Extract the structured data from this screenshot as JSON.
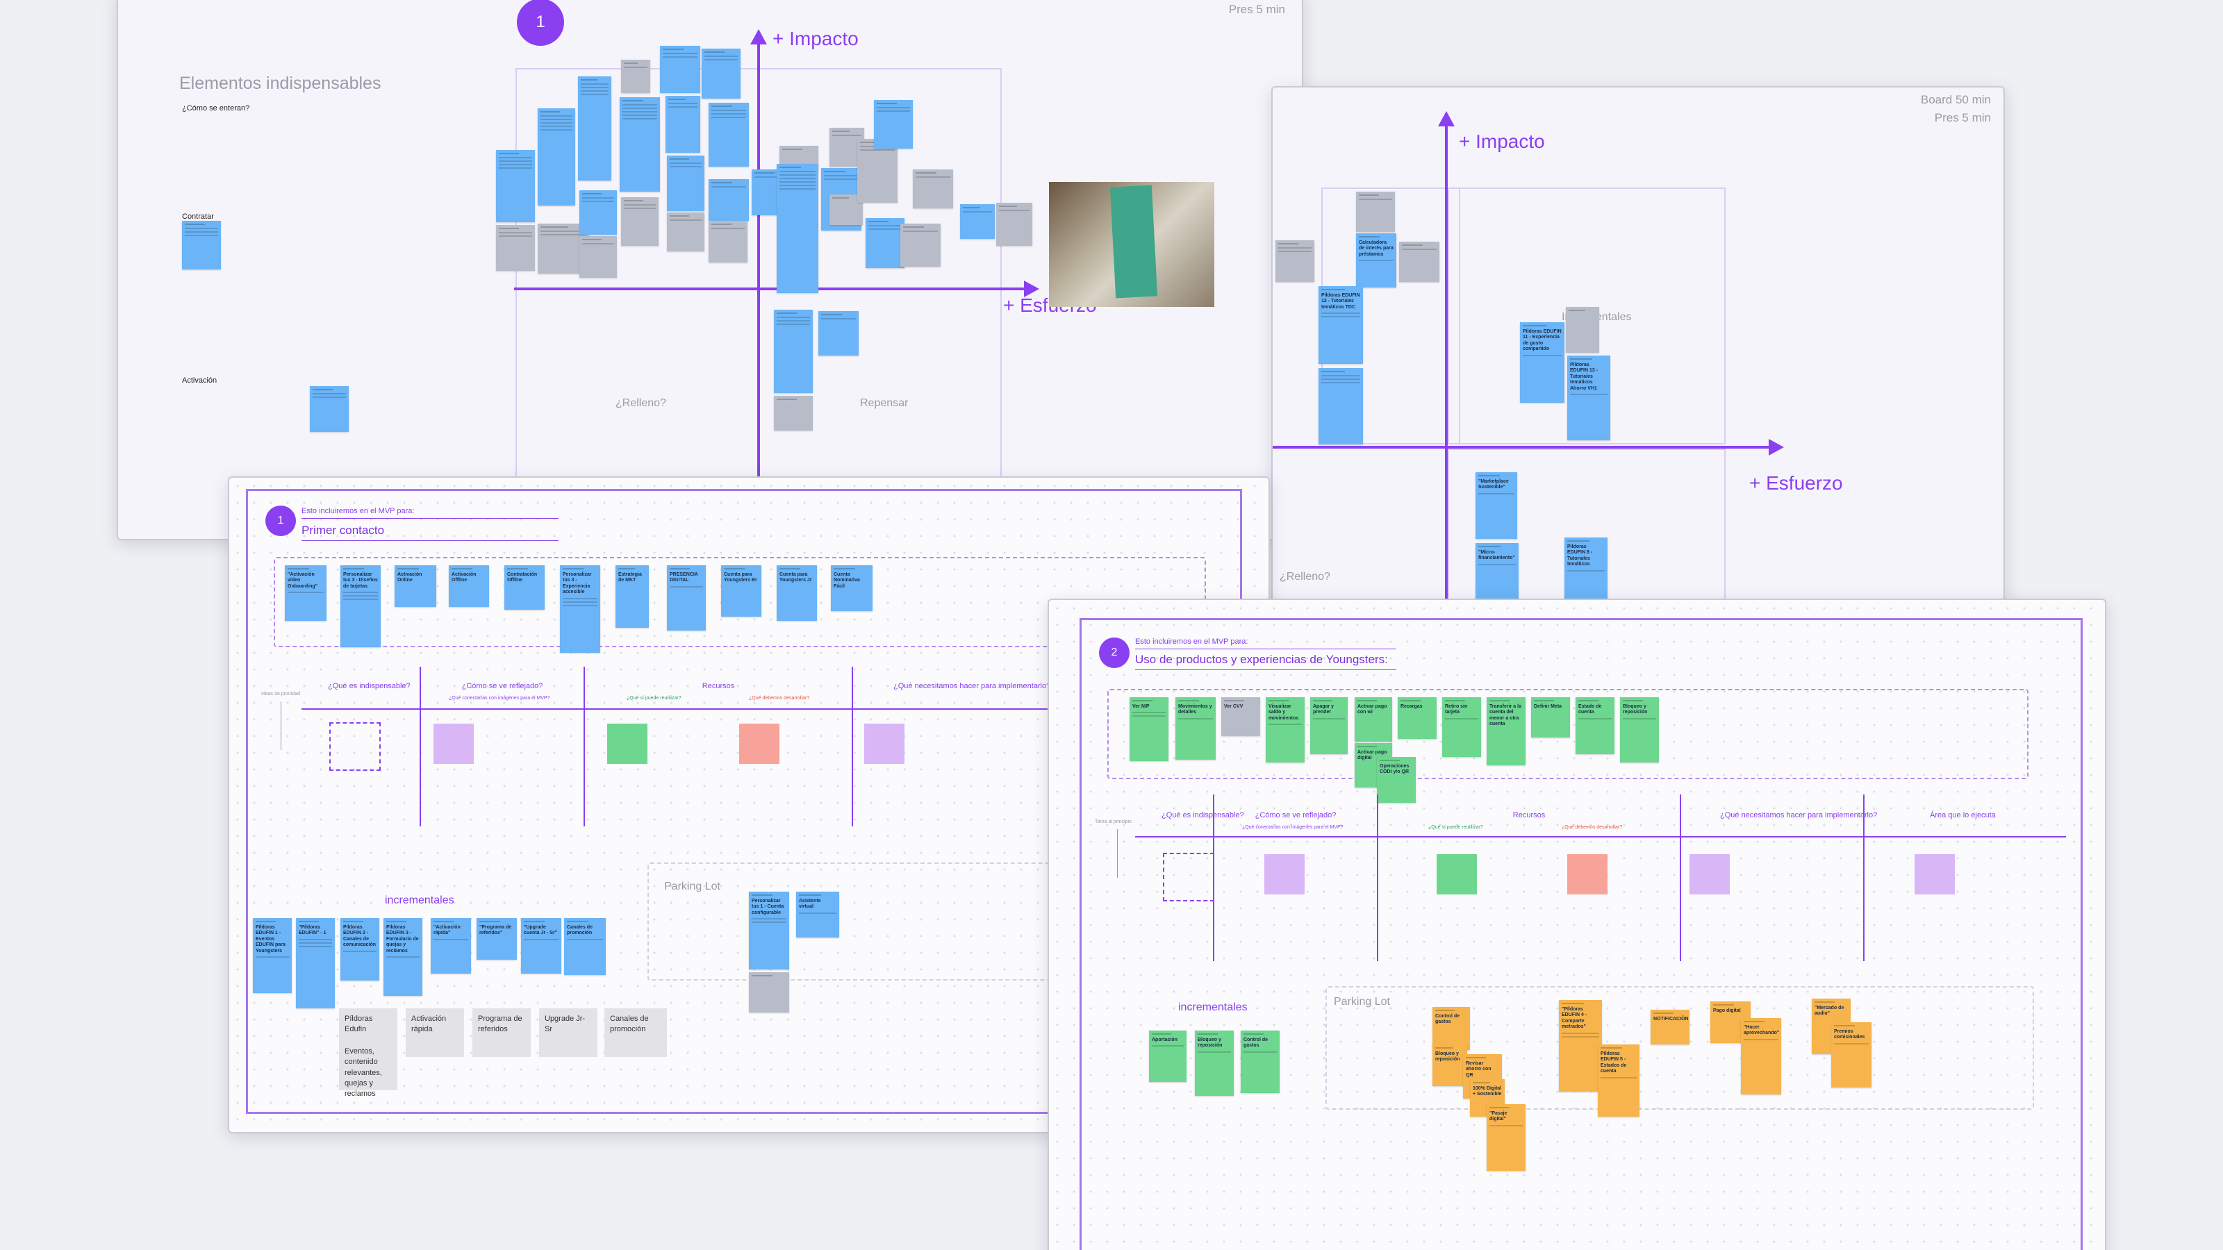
{
  "board_a": {
    "meta": "Pres 5 min",
    "badge": "1",
    "title": "Elementos indispensables",
    "labels": [
      "¿Cómo se enteran?",
      "Contratar",
      "Activación"
    ],
    "axis_up": "+ Impacto",
    "axis_right": "+ Esfuerzo",
    "quadrants": [
      "¿Relleno?",
      "Repensar"
    ]
  },
  "board_b": {
    "meta_line1": "Board 50 min",
    "meta_line2": "Pres 5 min",
    "axis_up": "+ Impacto",
    "axis_right": "+ Esfuerzo",
    "quadrants": [
      "¿Relleno?",
      "Incrementales"
    ],
    "sticky_texts": [
      "Calculadora de interés para préstamos",
      "Píldoras EDUFIN 12 - Tutoriales temáticos TDC",
      "Píldoras EDUFIN 11 - Experiencia de gusto compartido",
      "Píldoras EDUFIN 13 - Tutoriales temáticos Ahorro VH1",
      "\"Marketplace Sostenible\"",
      "\"Micro-financiamiento\"",
      "Píldoras EDUFIN 8 - Tutoriales temáticos"
    ]
  },
  "board_c": {
    "kicker": "Esto incluiremos en el MVP para:",
    "badge": "1",
    "title": "Primer contacto",
    "sticky_texts": [
      "\"Activación vídeo Onboarding\"",
      "Personalizar tus 3 - Diseños de tarjetas",
      "Activación Online",
      "Activación Offline",
      "Contratación Offline",
      "Personalizar tus 3 - Experiencia accesible",
      "Estrategia de MKT",
      "PRESENCIA DIGITAL",
      "Cuenta para Youngsters Br",
      "Cuenta para Youngsters Jr",
      "Cuenta Nominativa Fácil"
    ],
    "side_note": "Ideas de prioridad",
    "columns": {
      "indispensable": "¿Qué es indispensable?",
      "reflejado": "¿Cómo se ve reflejado?",
      "reflejado_sub": "¿Qué conectarías con imágenes para el MVP?",
      "recursos": "Recursos",
      "recursos_si": "¿Qué sí puede reutilizar?",
      "recursos_no": "¿Qué debemos desarrollar?",
      "implementar": "¿Qué necesitamos hacer para implementarlo?"
    },
    "incrementales": "incrementales",
    "incr_stickies": [
      "Píldoras EDUFIN 1 - Eventos EDUFIN para Youngsters",
      "\"Píldoras EDUFIN\" - 1",
      "Píldoras EDUFIN 2 - Canales de comunicación",
      "Píldoras EDUFIN 3 - Formulario de quejas y reclamos",
      "\"Activación rápida\"",
      "\"Programa de referidos\"",
      "\"Upgrade cuenta Jr - Sr\"",
      "Canales de promoción"
    ],
    "grey_boxes": [
      "Píldoras Edufin",
      "Activación rápida",
      "Programa de referidos",
      "Upgrade Jr-Sr",
      "Canales de promoción"
    ],
    "grey_box_extra": "Eventos, contenido relevantes, quejas y reclamos",
    "parking_lot": "Parking Lot",
    "parking_stickies": [
      "Personalizar tus 1 - Cuenta configurable",
      "Asistente virtual"
    ]
  },
  "board_d": {
    "kicker": "Esto incluiremos en el MVP para:",
    "badge": "2",
    "title": "Uso de productos y experiencias de Youngsters:",
    "sticky_texts": [
      "Ver NIP",
      "Movimientos y detalles",
      "Ver CVV",
      "Visualizar saldo y movimientos",
      "Apagar y prender",
      "Activar pago con wi",
      "Recargas",
      "Retiro sin tarjeta",
      "Transferir a la cuenta del menor a otra cuenta",
      "Definir Meta",
      "Estado de cuenta",
      "Bloqueo y reposición",
      "Activar pago digital",
      "Operaciones CODI y/o QR"
    ],
    "side_note": "Tarea al principio",
    "columns": {
      "indispensable": "¿Qué es indispensable?",
      "reflejado": "¿Cómo se ve reflejado?",
      "reflejado_sub": "¿Qué conectarías con imágenes para el MVP?",
      "recursos": "Recursos",
      "recursos_si": "¿Qué sí puede reutilizar?",
      "recursos_no": "¿Qué debemos desarrollar?",
      "implementar": "¿Qué necesitamos hacer para implementarlo?",
      "area": "Área que lo ejecuta"
    },
    "incrementales": "incrementales",
    "incr_stickies": [
      "Aportación",
      "Bloqueo y reposición",
      "Control de gastos"
    ],
    "parking_lot": "Parking Lot",
    "parking_stickies": [
      "Control de gastos",
      "Bloqueo y reposición",
      "Revisar ahorro con QR",
      "100% Digital + Sostenible",
      "\"Pasaje digital\"",
      "\"Píldoras EDUFIN 4 - Comparte metrados\"",
      "Píldoras EDUFIN 5 - Estados de cuenta",
      "NOTIFICACIÓN",
      "Pago digital",
      "\"Hacer aprovechando\"",
      "\"Mercado de audio\"",
      "Premios comisionales"
    ]
  }
}
